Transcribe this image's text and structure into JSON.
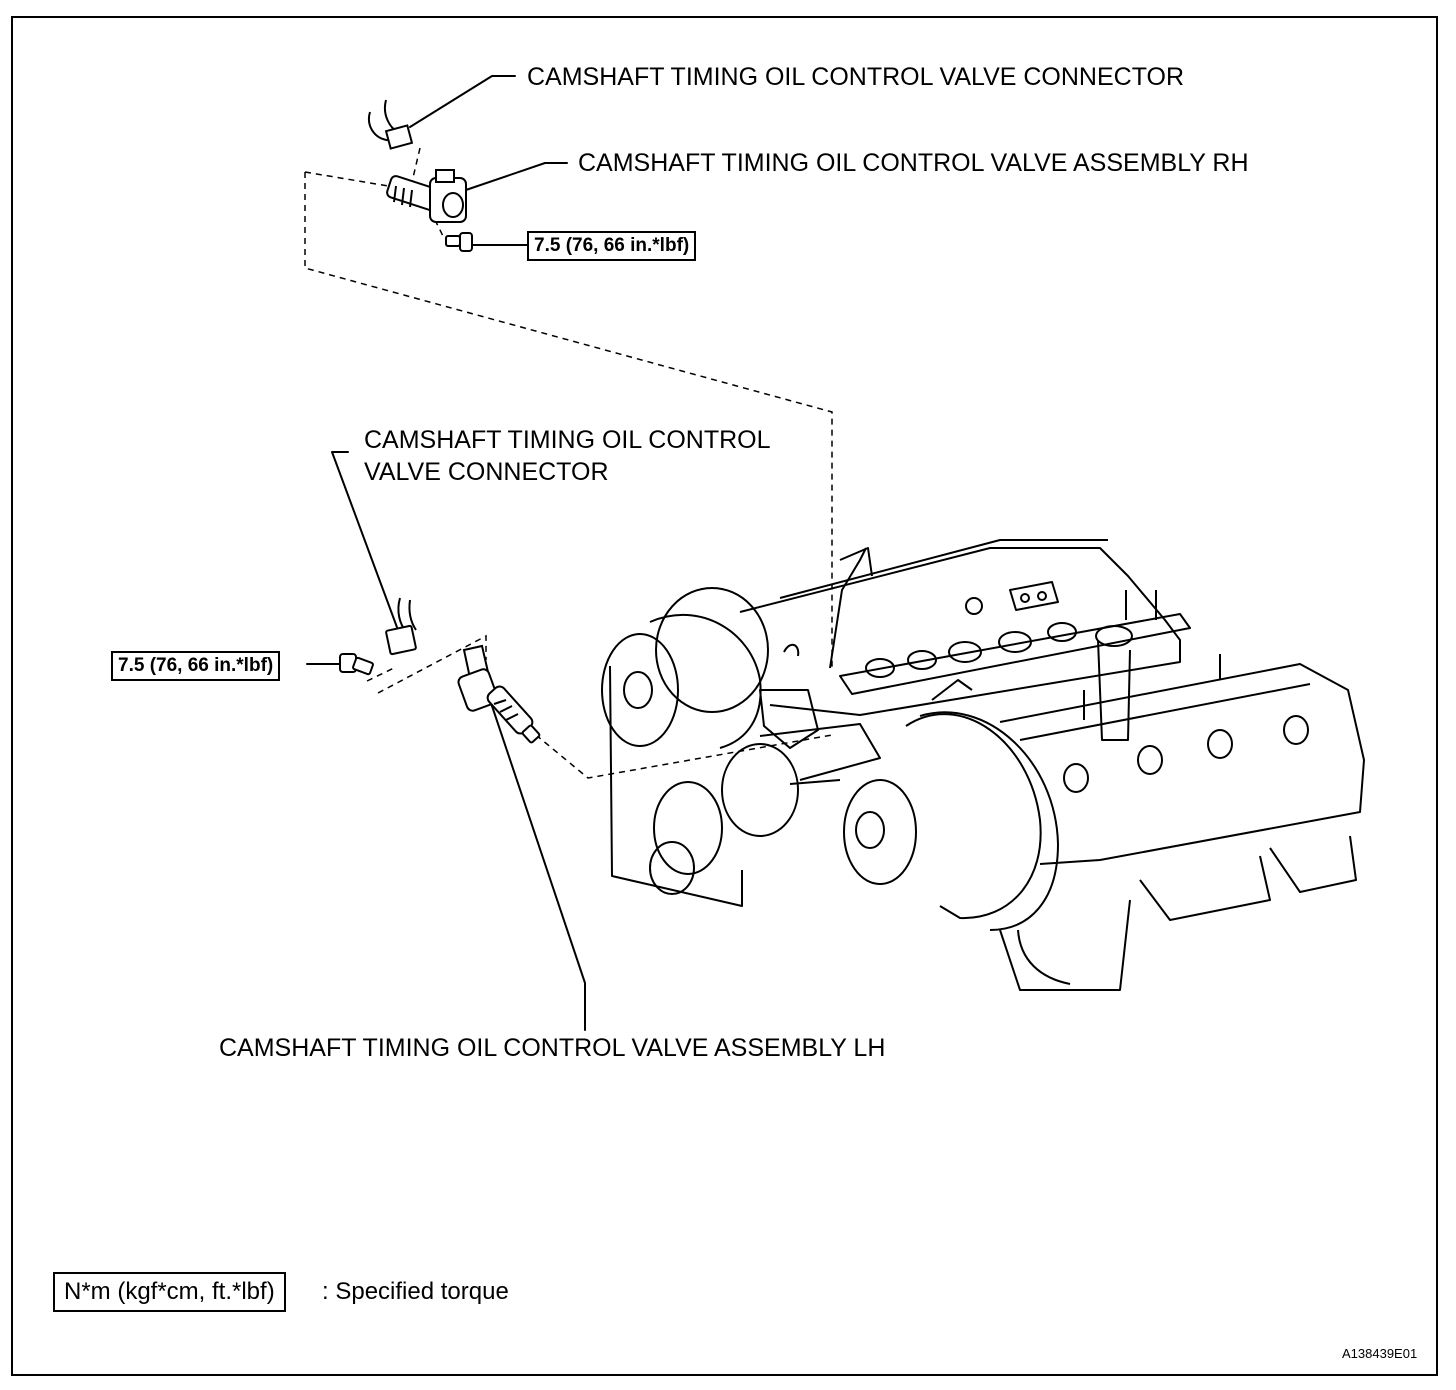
{
  "labels": {
    "rh_connector": "CAMSHAFT TIMING OIL CONTROL VALVE CONNECTOR",
    "rh_assembly": "CAMSHAFT TIMING OIL CONTROL VALVE ASSEMBLY RH",
    "lh_connector_line1": "CAMSHAFT TIMING OIL CONTROL",
    "lh_connector_line2": "VALVE CONNECTOR",
    "lh_assembly": "CAMSHAFT TIMING OIL CONTROL VALVE ASSEMBLY LH"
  },
  "torque": {
    "rh_bolt": "7.5 (76, 66 in.*lbf)",
    "lh_bolt": "7.5 (76, 66 in.*lbf)"
  },
  "legend": {
    "unit": "N*m (kgf*cm, ft.*lbf)",
    "description": ": Specified torque"
  },
  "figure_id": "A138439E01"
}
